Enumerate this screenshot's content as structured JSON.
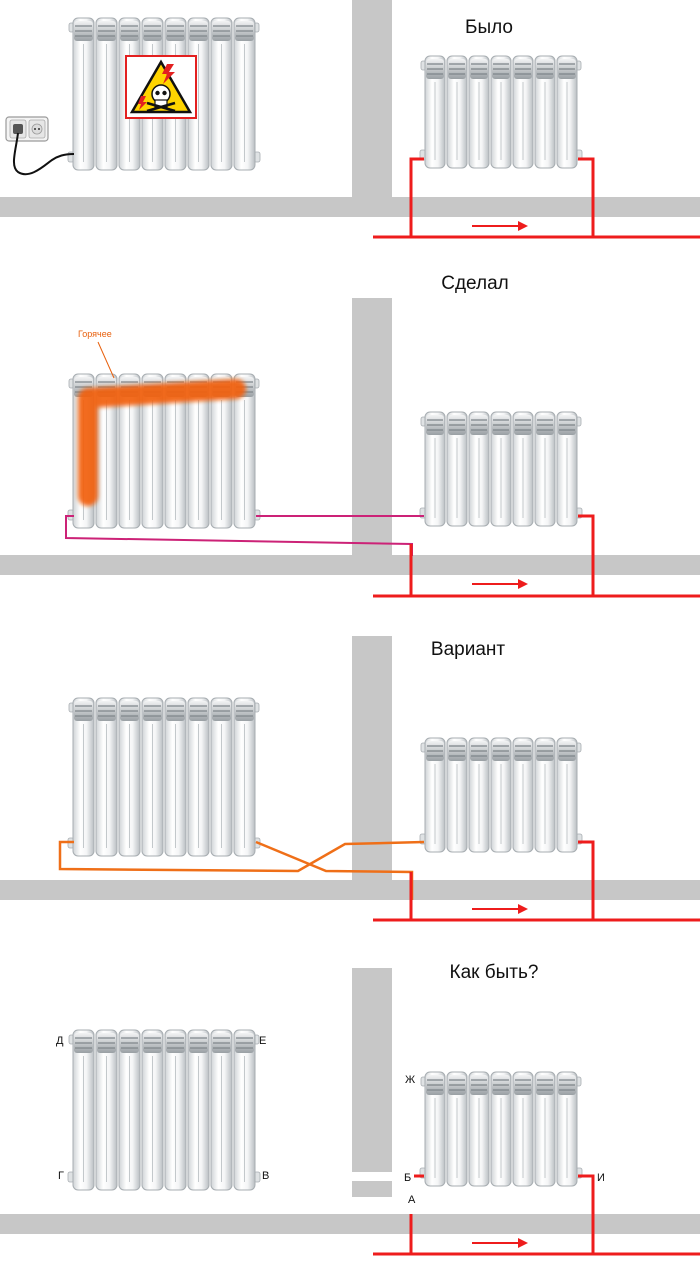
{
  "colors": {
    "wall": "#c7c7c7",
    "pipe_supply": "#ee1c1c",
    "pipe_connector": "#cc2277",
    "pipe_variant": "#ef6f18",
    "hot_overlay": "#f2600c",
    "hot_label": "#e8600d",
    "warning_yellow": "#ffd400",
    "warning_red": "#e32020"
  },
  "icons": {
    "warning": "skull-high-voltage-warning-icon",
    "socket": "power-socket-icon",
    "arrow": "flow-direction-arrow-icon"
  },
  "panels": [
    {
      "title": "Было"
    },
    {
      "title": "Сделал",
      "hot_label": "Горячее"
    },
    {
      "title": "Вариант"
    },
    {
      "title": "Как быть?",
      "point_labels": {
        "d": "Д",
        "e": "Е",
        "g": "Г",
        "v": "В",
        "zh": "Ж",
        "b": "Б",
        "i": "И",
        "a": "А"
      }
    }
  ]
}
